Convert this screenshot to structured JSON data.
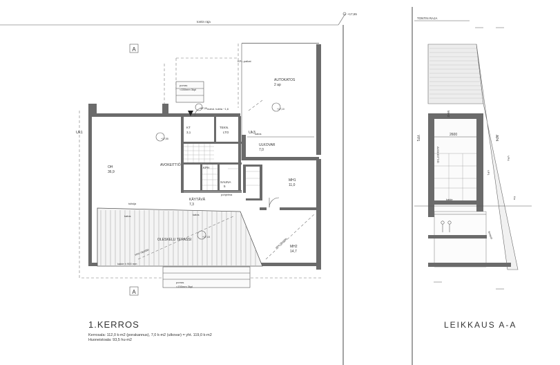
{
  "plan": {
    "title": "1.KERROS",
    "area_line1": "Kerrosala: 112,0 k-m2 (porakannus), 7,0 k-m2 (ulkovar) =  yht. 119,0 k-m2",
    "area_line2": "Huoneistoala: 93,5 hu-m2",
    "top_boundary_label": "tontin raja",
    "level_marker": "+17,65",
    "section_marker_top": "A",
    "section_marker_bottom": "A",
    "uk1": "Uk1",
    "uk3": "Uk3",
    "rooms": {
      "oh": "OH",
      "oh_area": "36,9",
      "avokeittio": "AVOKEITTIÖ",
      "autokatos": "AUTOKATOS",
      "autokatos_sub": "2 ap",
      "kt": "KT",
      "kt_area": "3,1",
      "ulkovar": "ULKOVAR",
      "ulkovar_area": "7,0",
      "kph": "KPH",
      "sauna": "SAUNA",
      "sauna_area": "5",
      "mh1": "MH1",
      "mh1_area": "11,0",
      "kaytava": "KÄYTÄVÄ",
      "kaytava_area": "7,3",
      "terassi": "OLESKELU TERASSI",
      "mh2": "MH2",
      "mh2_area": "14,7",
      "tekninen": "TEKN.",
      "lto": "LTO"
    },
    "notes": {
      "kpl_paikat": "KPL-paikat",
      "pomoni": "porras",
      "pomoni_sub": "<150mm 3kpl",
      "tulisija": "tulisija",
      "markat": "mahd. tuleta ~1,6",
      "pohjelma": "pohjelma",
      "pomo_bottom": "porras",
      "pomo_bottom_sub": "<150mm 3kpl",
      "katos": "katos",
      "katos2": "katos",
      "katos3": "katos",
      "vinu_1": "vino räystäs",
      "vinu_2": "vino räystäs",
      "kaide": "kaide h 900 mm",
      "level_1": "+17,55",
      "level_2": "+17,15",
      "level_3": "+17,10",
      "level_4": "+17,05"
    }
  },
  "section": {
    "title": "LEIKKAUS A-A",
    "plot_boundary": "TONTIN RAJA",
    "dimension": "2600",
    "mh2": "MH2",
    "avokeittio": "AVOKEITTIÖ",
    "kaide": "kaide",
    "terassi": "terassi",
    "yp1": "YP1",
    "ap4": "AP4",
    "vp1": "VP1",
    "vp4": "VP4",
    "ka": "Ka"
  }
}
